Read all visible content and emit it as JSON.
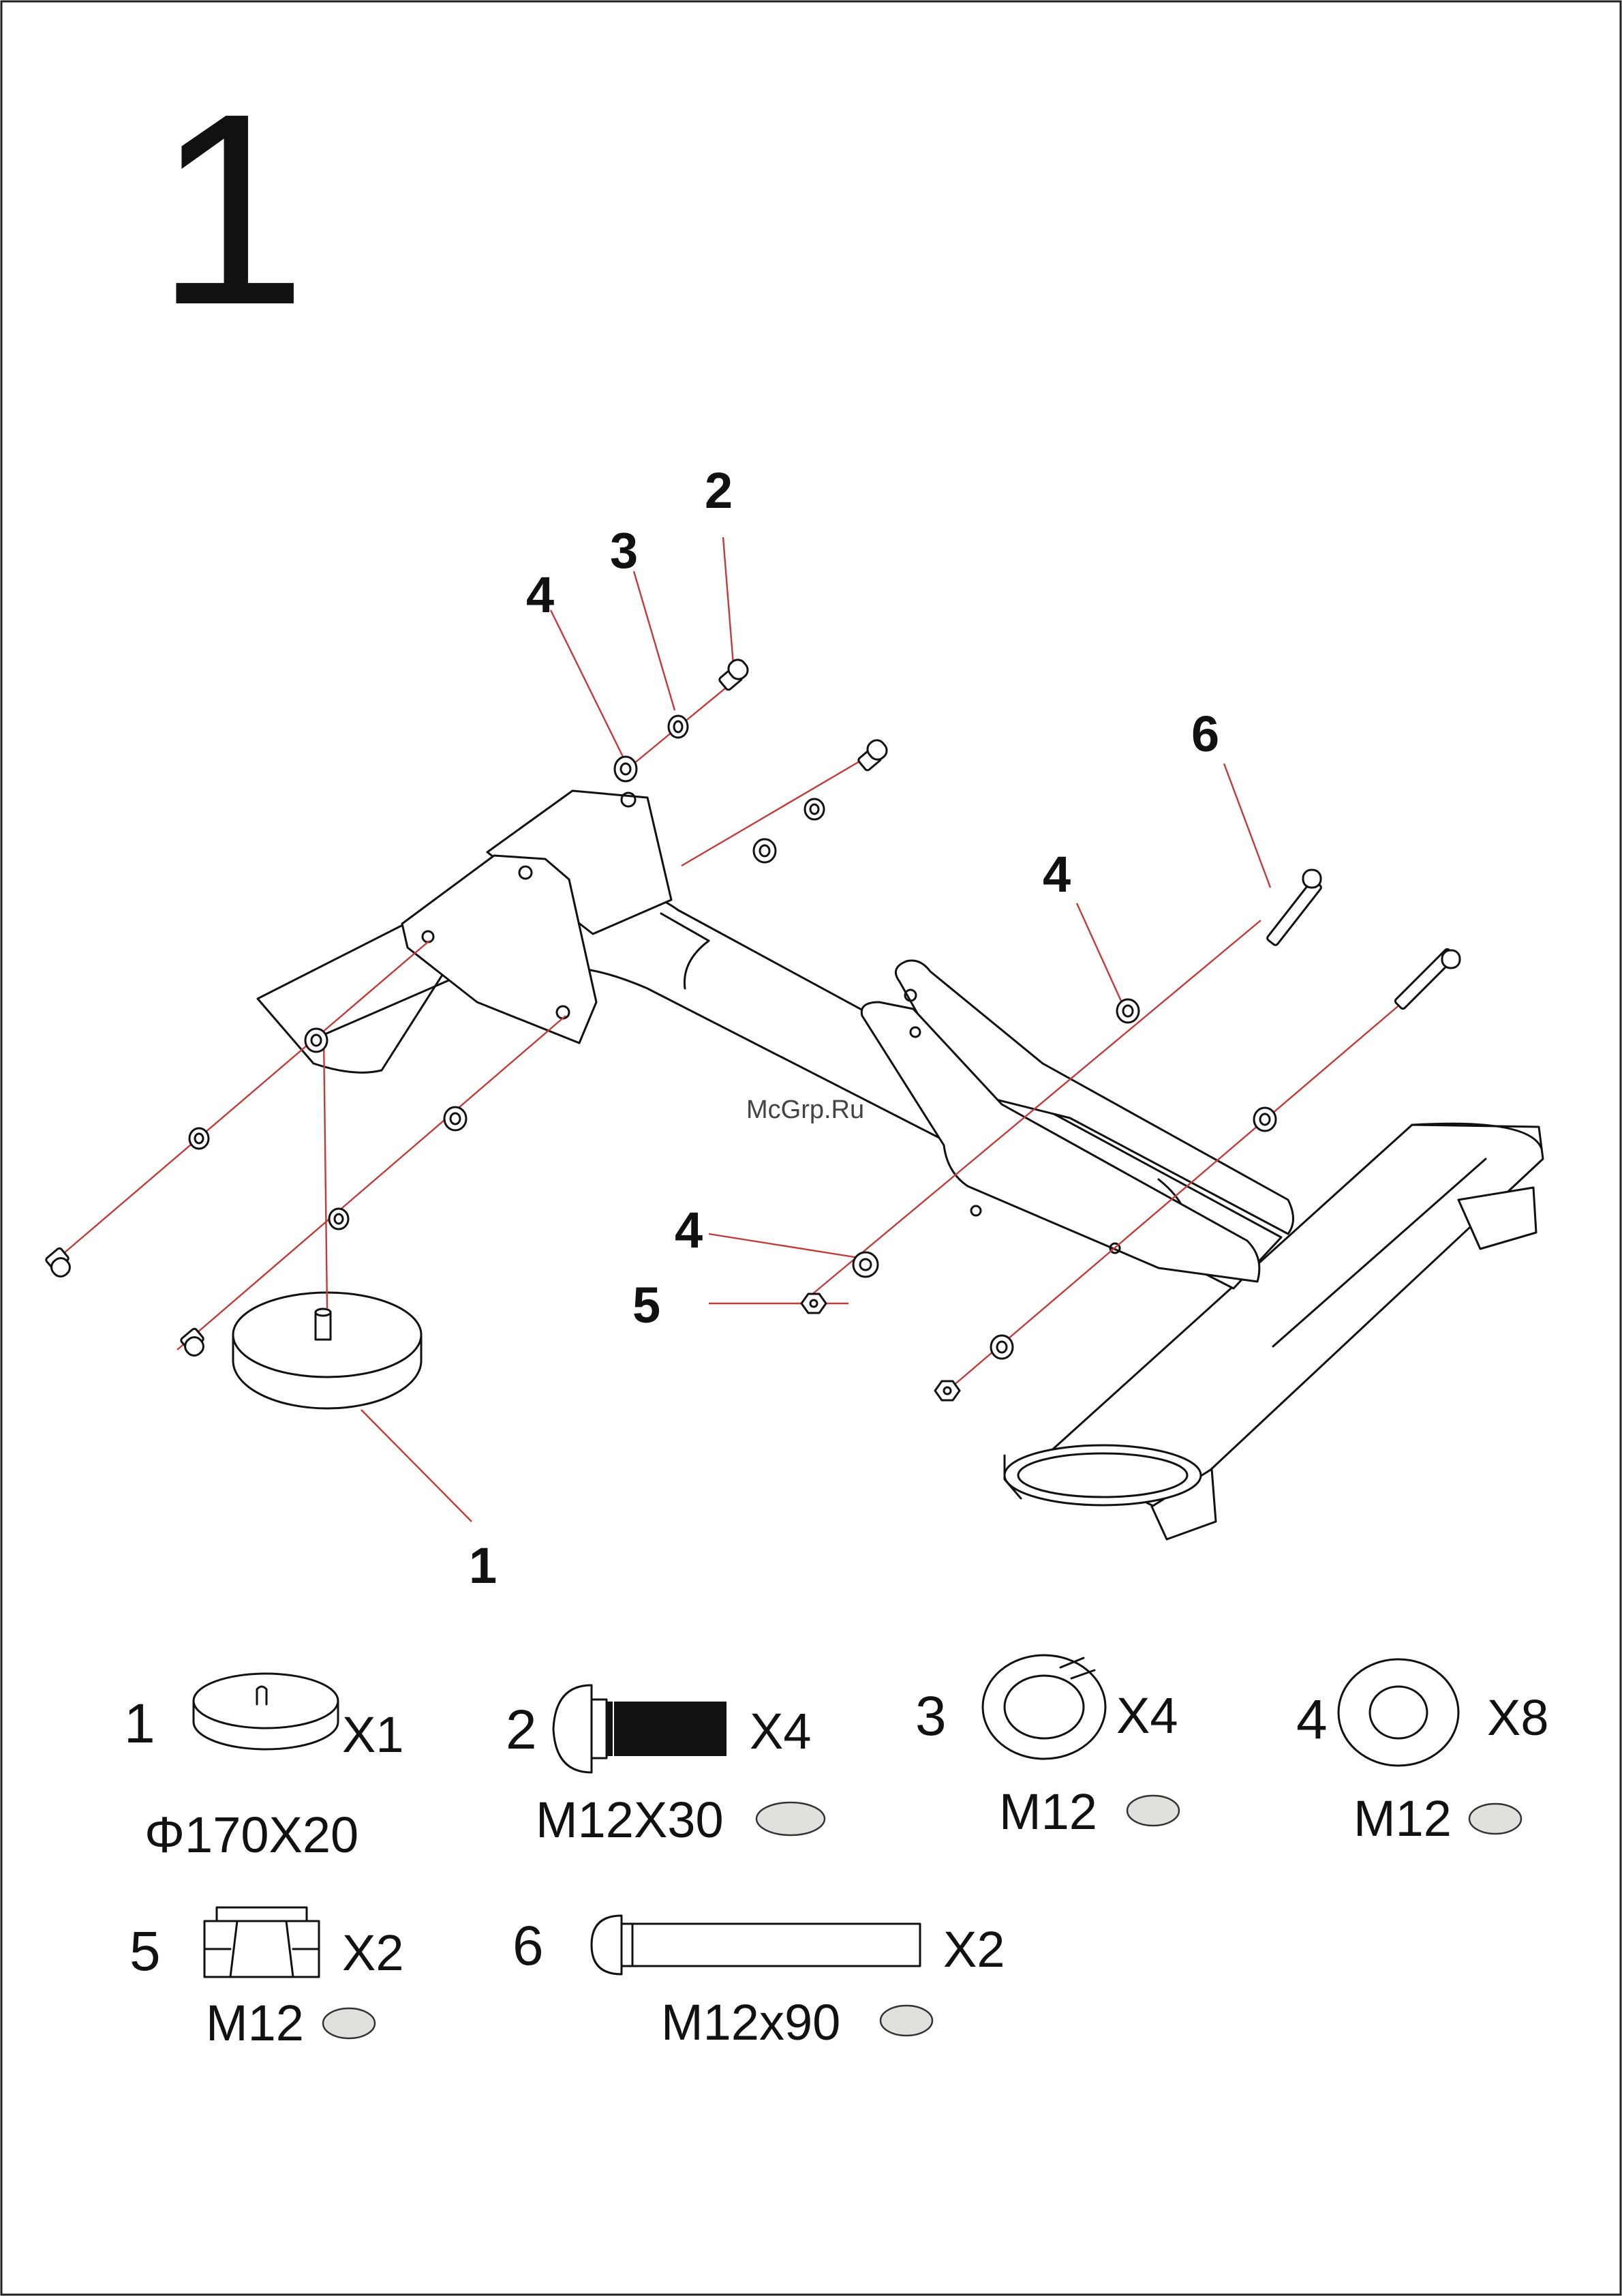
{
  "step_number": "1",
  "watermark": "McGrp.Ru",
  "callouts": [
    {
      "id": "c2",
      "label": "2"
    },
    {
      "id": "c3",
      "label": "3"
    },
    {
      "id": "c4a",
      "label": "4"
    },
    {
      "id": "c6",
      "label": "6"
    },
    {
      "id": "c4b",
      "label": "4"
    },
    {
      "id": "c4c",
      "label": "4"
    },
    {
      "id": "c5",
      "label": "5"
    },
    {
      "id": "c1",
      "label": "1"
    }
  ],
  "parts": [
    {
      "number": "1",
      "quantity": "X1",
      "spec": "Φ170X20",
      "part_icon": "foot-pad-icon"
    },
    {
      "number": "2",
      "quantity": "X4",
      "spec": "M12X30",
      "part_icon": "bolt-icon"
    },
    {
      "number": "3",
      "quantity": "X4",
      "spec": "M12",
      "part_icon": "spring-washer-icon"
    },
    {
      "number": "4",
      "quantity": "X8",
      "spec": "M12",
      "part_icon": "flat-washer-icon"
    },
    {
      "number": "5",
      "quantity": "X2",
      "spec": "M12",
      "part_icon": "nut-icon"
    },
    {
      "number": "6",
      "quantity": "X2",
      "spec": "M12x90",
      "part_icon": "long-bolt-icon"
    }
  ],
  "colors": {
    "ink": "#111111",
    "guide_line": "#c23b3b",
    "swatch": "#e0e0dc"
  }
}
